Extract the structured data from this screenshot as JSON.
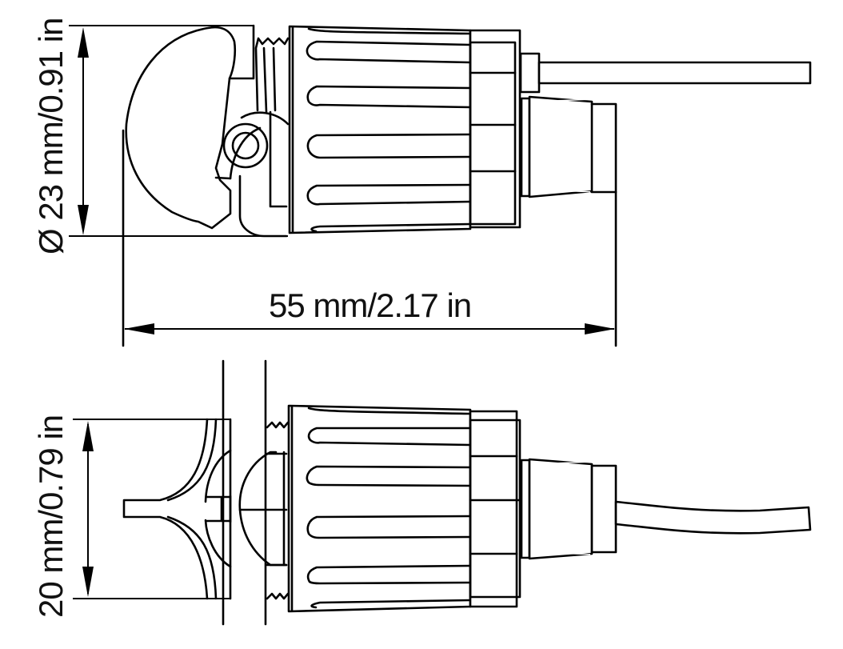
{
  "drawing": {
    "title": "Connector with cable - dimensional drawing",
    "views": [
      {
        "name": "side-view-top",
        "description": "Connector with latch lever, threaded coupling nut, knurled strain relief and straight cable"
      },
      {
        "name": "side-view-bottom",
        "description": "Connector rotated 90 degrees, bulkhead panel, knurled strain relief and cable"
      }
    ],
    "dimensions": {
      "diameter": {
        "symbol": "Ø",
        "value": "23 mm/0.91 in",
        "label": "Ø 23 mm/0.91 in",
        "orientation": "vertical"
      },
      "length": {
        "value": "55 mm/2.17 in",
        "label": "55 mm/2.17 in",
        "orientation": "horizontal"
      },
      "height": {
        "value": "20 mm/0.79 in",
        "label": "20 mm/0.79 in",
        "orientation": "vertical"
      }
    },
    "colors": {
      "line": "#000000",
      "background": "#ffffff",
      "text": "#111111"
    }
  }
}
